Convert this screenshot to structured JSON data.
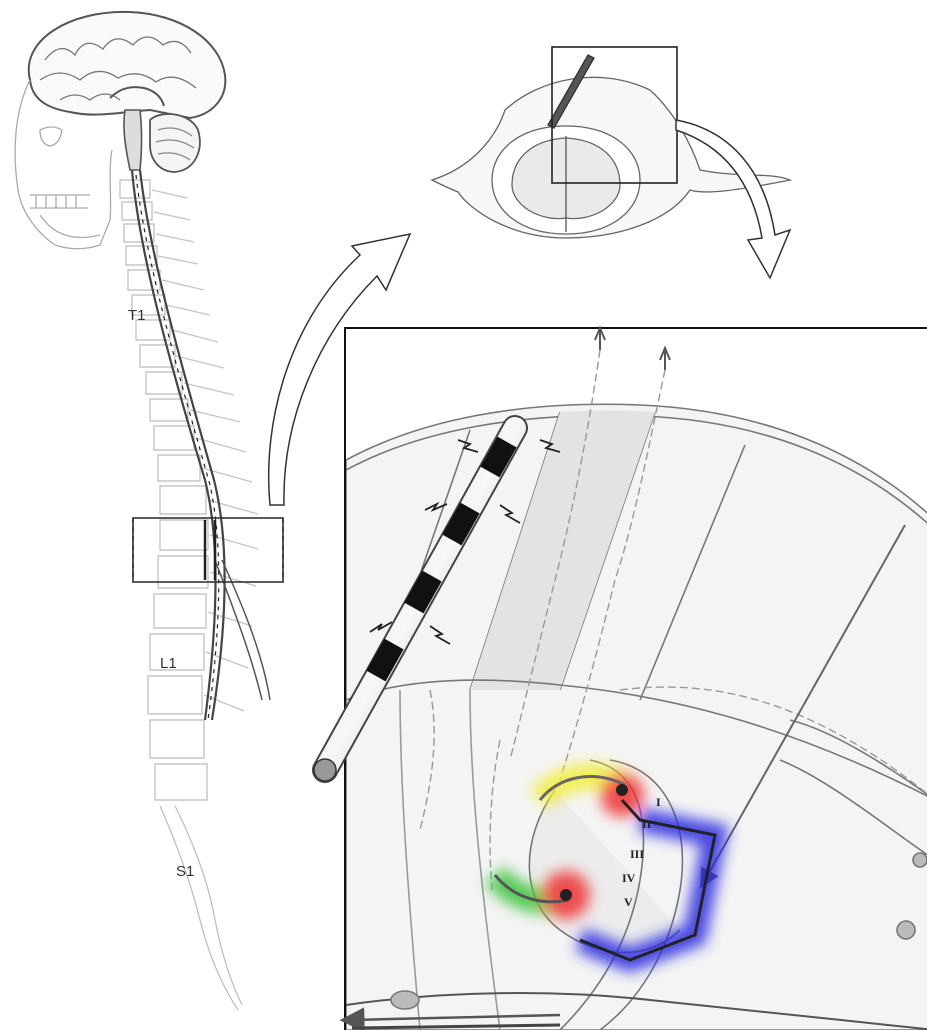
{
  "vertebra_labels": [
    "T1",
    "L1",
    "S1"
  ],
  "lamina_labels": [
    "I",
    "II",
    "III",
    "IV",
    "V"
  ],
  "highlight_colors": {
    "yellow": "#f2ee3a",
    "green": "#3ac23a",
    "red": "#ee3030",
    "blue": "#2a2ae0"
  }
}
